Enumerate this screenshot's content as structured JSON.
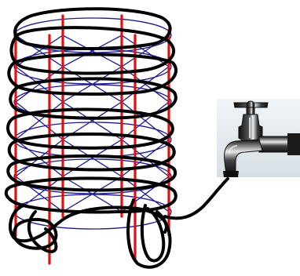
{
  "diagram": {
    "components": [
      "cylindrical-frame",
      "coiled-hose",
      "water-tap"
    ],
    "colors": {
      "background": "#ffffff",
      "frame_posts": "#e01010",
      "frame_bracing": "#1a1a8c",
      "hose": "#000000",
      "tap_panel_top": "#f2f5f7",
      "tap_panel_bottom": "#d6dee5",
      "tap_metal": "#2b2b2b",
      "tap_highlight": "#f7f7f7"
    }
  }
}
